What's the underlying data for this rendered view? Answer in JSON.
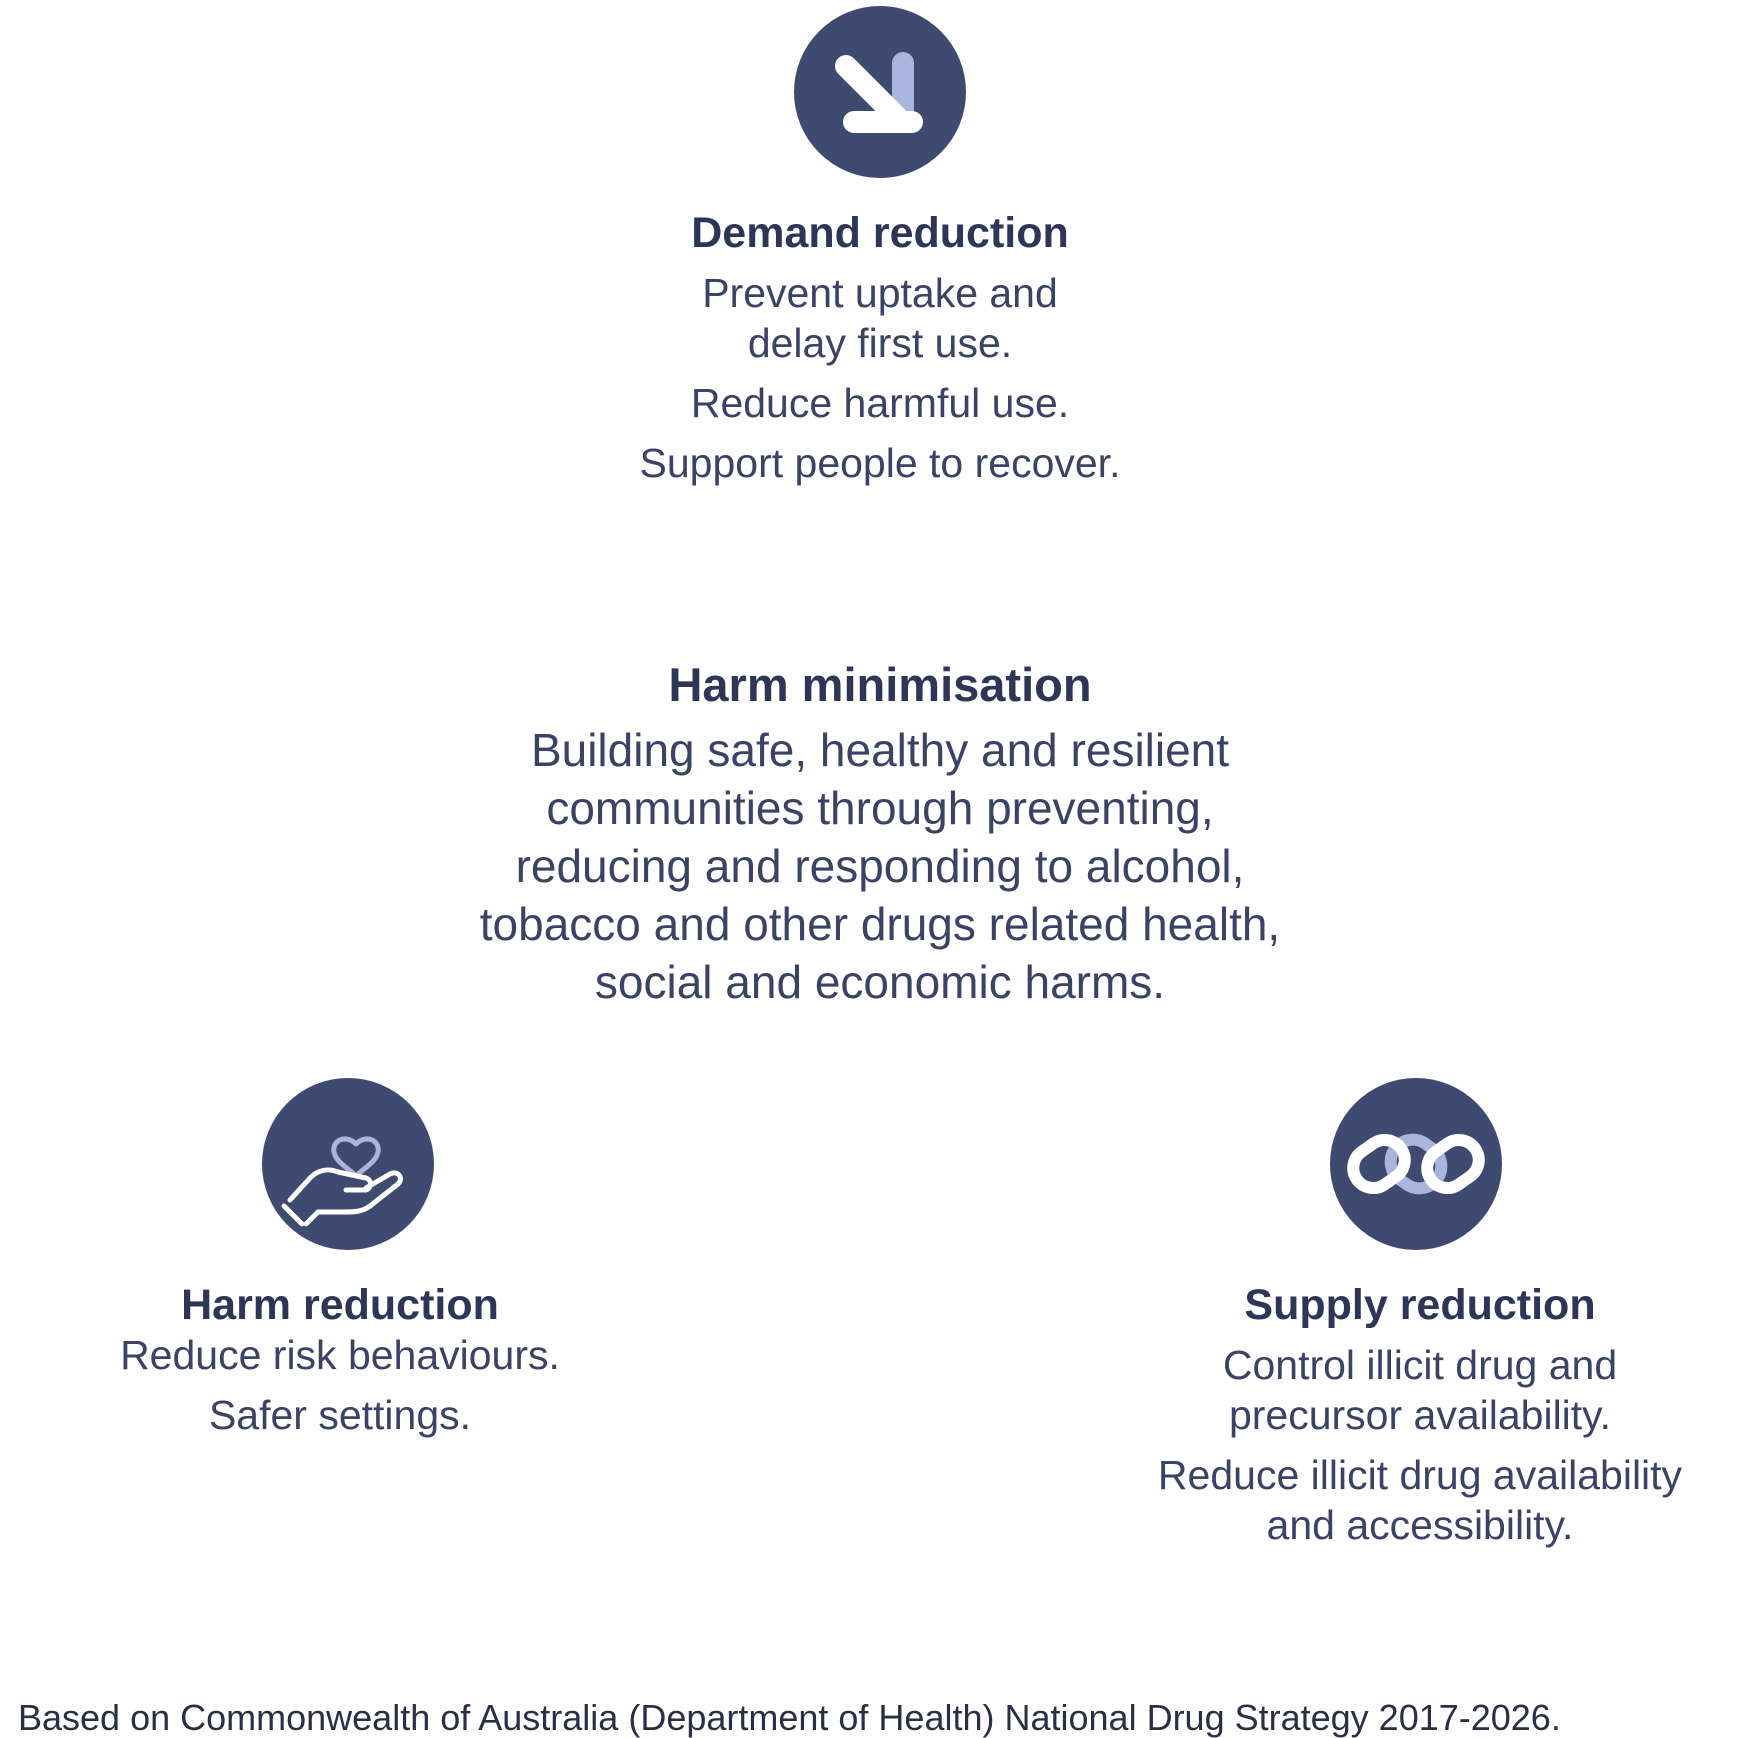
{
  "demand": {
    "icon": "arrow-down-right-icon",
    "title": "Demand reduction",
    "lines": [
      "Prevent uptake and",
      "delay first use.",
      "Reduce harmful use.",
      "Support people to recover."
    ]
  },
  "harm_minimisation": {
    "title": "Harm minimisation",
    "lines": [
      "Building safe, healthy and resilient",
      "communities through preventing,",
      "reducing and responding to alcohol,",
      "tobacco and other drugs related health,",
      "social and economic harms."
    ]
  },
  "harm_reduction": {
    "icon": "hand-heart-icon",
    "title": "Harm reduction",
    "lines": [
      "Reduce risk behaviours.",
      "Safer settings."
    ]
  },
  "supply": {
    "icon": "chain-link-icon",
    "title": "Supply reduction",
    "lines": [
      "Control illicit drug and",
      "precursor availability.",
      "Reduce illicit drug availability",
      "and accessibility."
    ]
  },
  "footnote": "Based on Commonwealth of Australia (Department of Health) National Drug Strategy 2017-2026.",
  "colors": {
    "icon_bg": "#3f4a70",
    "icon_accent": "#a9b5dc",
    "text": "#2e3658"
  }
}
